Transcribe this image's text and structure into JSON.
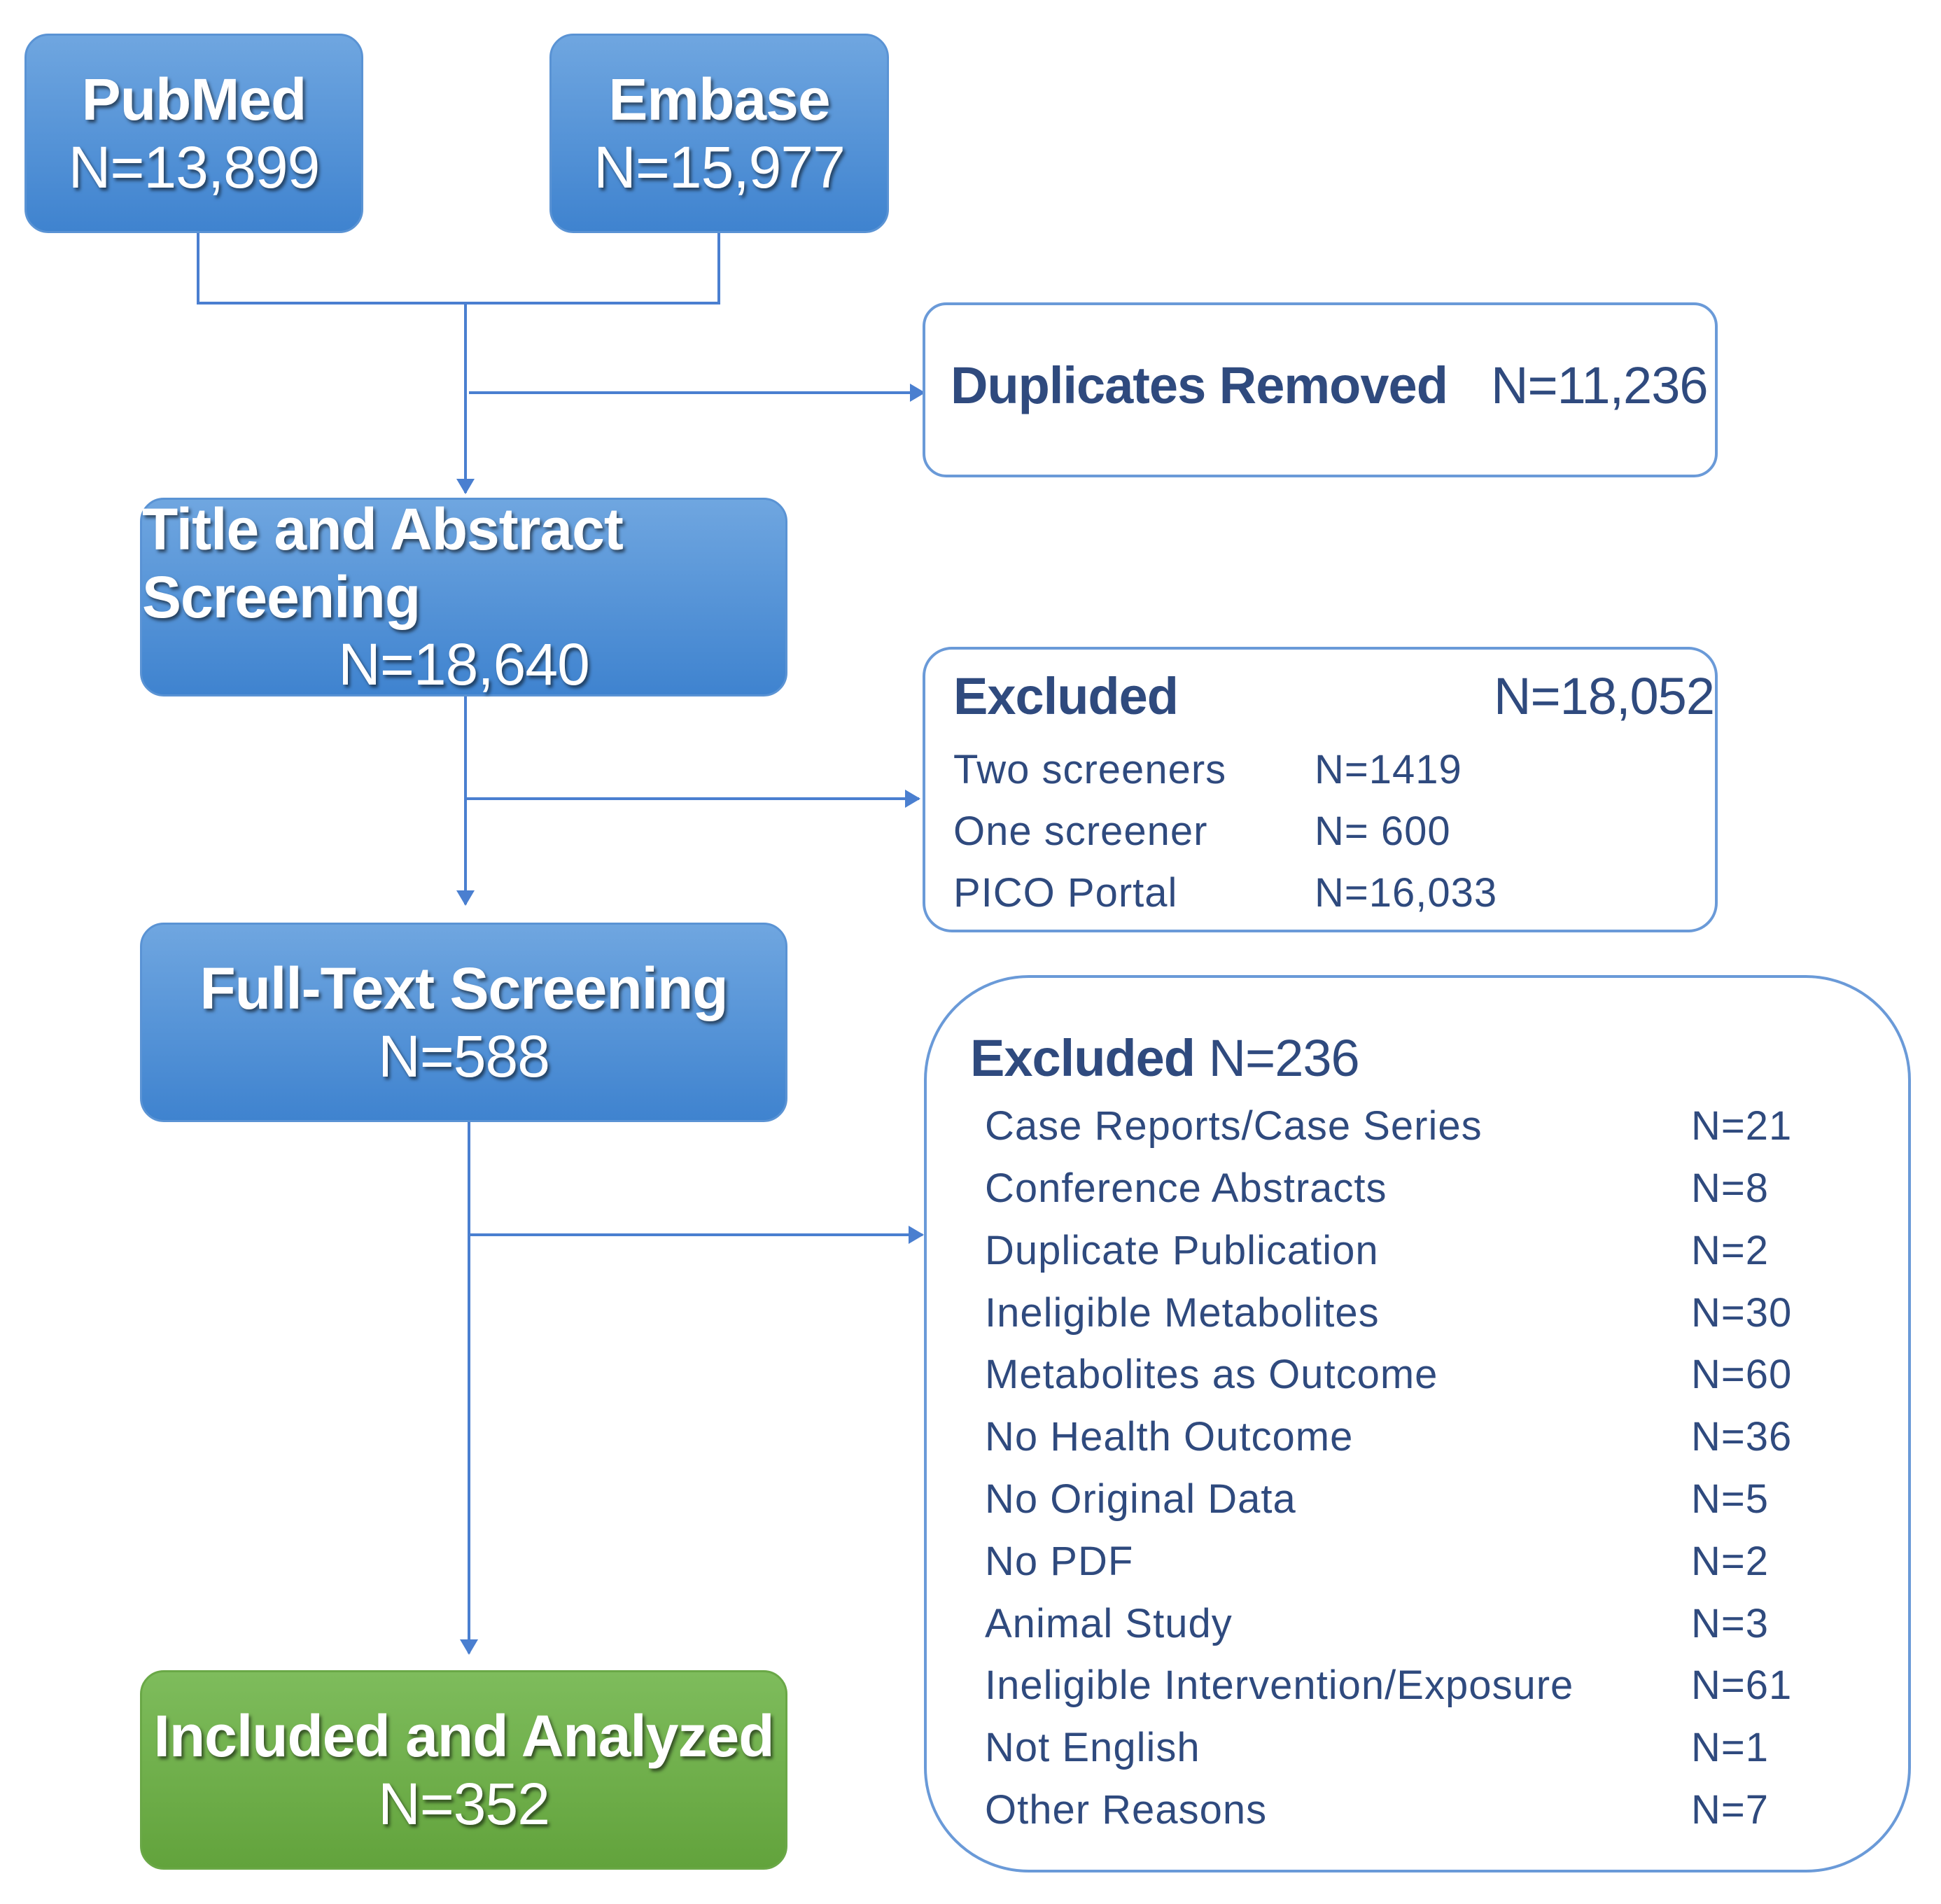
{
  "sources": [
    {
      "name": "PubMed",
      "count": "N=13,899"
    },
    {
      "name": "Embase",
      "count": "N=15,977"
    }
  ],
  "duplicates": {
    "label": "Duplicates Removed",
    "count": "N=11,236"
  },
  "title_abstract": {
    "label": "Title and Abstract Screening",
    "count": "N=18,640"
  },
  "excluded_1": {
    "label": "Excluded",
    "count": "N=18,052",
    "items": [
      {
        "label": "Two screeners",
        "count": "N=1419"
      },
      {
        "label": "One screener",
        "count": "N= 600"
      },
      {
        "label": "PICO Portal",
        "count": "N=16,033"
      }
    ]
  },
  "full_text": {
    "label": "Full-Text Screening",
    "count": "N=588"
  },
  "excluded_2": {
    "label": "Excluded",
    "count": "N=236",
    "items": [
      {
        "label": "Case Reports/Case Series",
        "count": "N=21"
      },
      {
        "label": "Conference Abstracts",
        "count": "N=8"
      },
      {
        "label": "Duplicate Publication",
        "count": "N=2"
      },
      {
        "label": "Ineligible Metabolites",
        "count": "N=30"
      },
      {
        "label": "Metabolites as Outcome",
        "count": "N=60"
      },
      {
        "label": "No Health Outcome",
        "count": "N=36"
      },
      {
        "label": "No Original Data",
        "count": "N=5"
      },
      {
        "label": "No PDF",
        "count": "N=2"
      },
      {
        "label": "Animal Study",
        "count": "N=3"
      },
      {
        "label": "Ineligible Intervention/Exposure",
        "count": "N=61"
      },
      {
        "label": "Not English",
        "count": "N=1"
      },
      {
        "label": "Other Reasons",
        "count": "N=7"
      }
    ]
  },
  "included": {
    "label": "Included and Analyzed",
    "count": "N=352"
  },
  "colors": {
    "box_blue": "#4a8bd4",
    "box_green": "#6aa847",
    "text_navy": "#2f4a7e",
    "line": "#4a7fd0"
  }
}
